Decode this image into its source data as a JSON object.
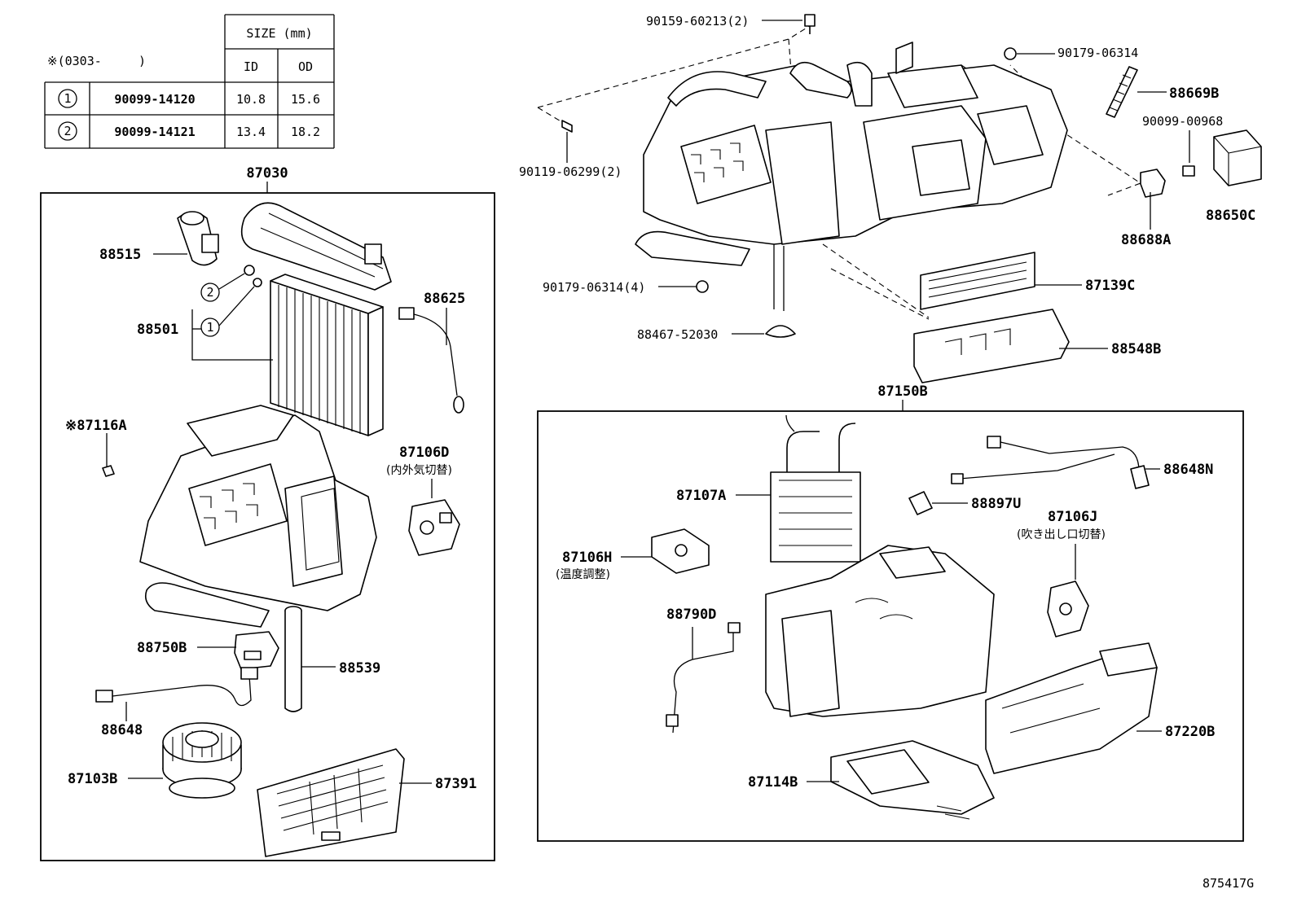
{
  "table": {
    "size_header": "SIZE (mm)",
    "col_id": "ID",
    "col_od": "OD",
    "note_mark": "※(0303-",
    "note_close": ")",
    "rows": [
      {
        "mark": "1",
        "part": "90099-14120",
        "id": "10.8",
        "od": "15.6"
      },
      {
        "mark": "2",
        "part": "90099-14121",
        "id": "13.4",
        "od": "18.2"
      }
    ]
  },
  "left_group": {
    "title": "87030",
    "labels": {
      "p88515": "88515",
      "p88501": "88501",
      "p88625": "88625",
      "p87116A": "※87116A",
      "p87106D": "87106D",
      "p87106D_note": "(内外気切替)",
      "p88750B": "88750B",
      "p88539": "88539",
      "p88648": "88648",
      "p87103B": "87103B",
      "p87391": "87391",
      "circle1": "1",
      "circle2": "2"
    }
  },
  "top_right": {
    "labels": {
      "p90159": "90159-60213(2)",
      "p90179a": "90179-06314",
      "p88669B": "88669B",
      "p90099": "90099-00968",
      "p90119": "90119-06299(2)",
      "p88650C": "88650C",
      "p88688A": "88688A",
      "p90179b": "90179-06314(4)",
      "p87139C": "87139C",
      "p88467": "88467-52030",
      "p88548B": "88548B"
    }
  },
  "right_group": {
    "title": "87150B",
    "labels": {
      "p87107A": "87107A",
      "p88897U": "88897U",
      "p88648N": "88648N",
      "p87106J": "87106J",
      "p87106J_note": "(吹き出し口切替)",
      "p87106H": "87106H",
      "p87106H_note": "(温度調整)",
      "p88790D": "88790D",
      "p87220B": "87220B",
      "p87114B": "87114B"
    }
  },
  "figure_id": "875417G"
}
